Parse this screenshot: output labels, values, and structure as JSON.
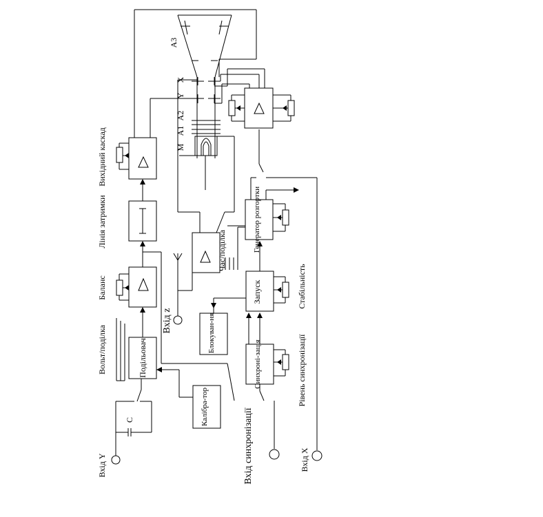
{
  "labels": {
    "input_y": "Вхід Y",
    "capacitor": "C",
    "divider": "Подільовач",
    "volts_div": "Вольт/поділка",
    "calibrator": "Калібра-тор",
    "balance": "Баланс",
    "delay_line": "Лінія затримки",
    "output_stage": "Вихідний каскад",
    "input_z": "Вхід z",
    "time_div": "Час/поділка",
    "blocking": "Блокуван-ня",
    "trigger": "Запуск",
    "stability": "Стабільність",
    "sweep_gen": "Генератор розгортки",
    "sync": "Синхроні-зація",
    "sync_level": "Рівень синхронізації",
    "sync_input": "Вхід синхронізації",
    "input_x": "Вхід X",
    "crt_a3": "A3",
    "crt_x": "X",
    "crt_y": "Y",
    "crt_a2": "A2",
    "crt_a1": "A1",
    "crt_m": "M"
  }
}
